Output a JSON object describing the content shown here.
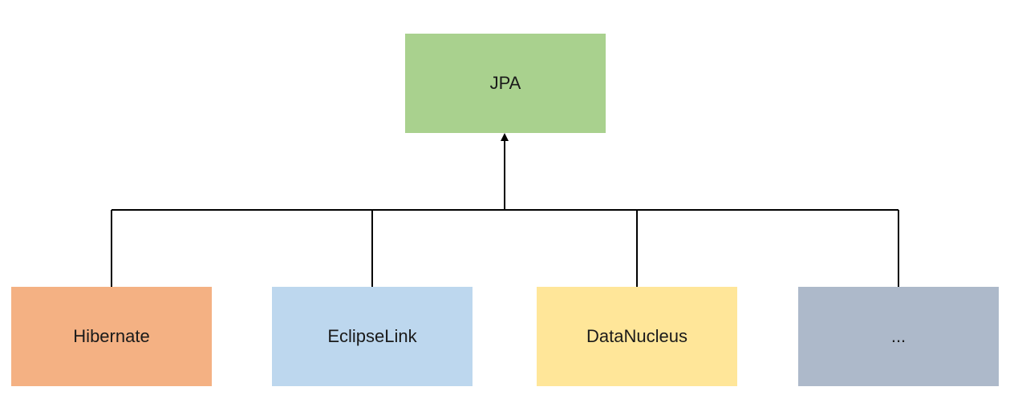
{
  "root": {
    "label": "JPA",
    "color": "#a9d18e"
  },
  "implementations": [
    {
      "label": "Hibernate",
      "color": "#f4b183"
    },
    {
      "label": "EclipseLink",
      "color": "#bdd7ee"
    },
    {
      "label": "DataNucleus",
      "color": "#ffe699"
    },
    {
      "label": "...",
      "color": "#adb9ca"
    }
  ],
  "line_color": "#000000"
}
